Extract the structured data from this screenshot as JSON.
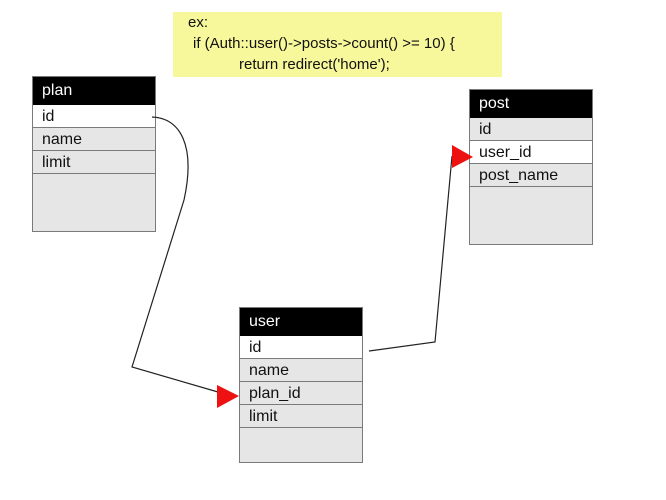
{
  "note": {
    "lines": [
      "ex:",
      "if (Auth::user()->posts->count() >= 10) {",
      "return redirect('home');"
    ]
  },
  "tables": {
    "plan": {
      "title": "plan",
      "fields": [
        "id",
        "name",
        "limit"
      ]
    },
    "post": {
      "title": "post",
      "fields": [
        "id",
        "user_id",
        "post_name"
      ]
    },
    "user": {
      "title": "user",
      "fields": [
        "id",
        "name",
        "plan_id",
        "limit"
      ]
    }
  },
  "colors": {
    "header_bg": "#000000",
    "body_bg": "#e6e6e6",
    "note_bg": "#f7f79b",
    "arrow": "#ee1111",
    "connector": "#222222"
  }
}
